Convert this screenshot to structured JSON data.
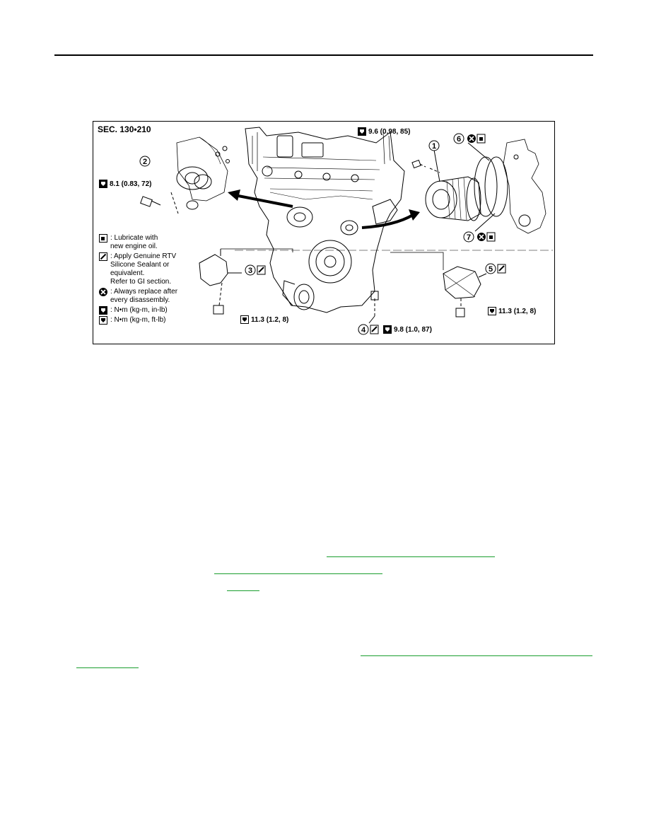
{
  "figure": {
    "section_label": "SEC. 130•210",
    "torques": {
      "part2": "8.1 (0.83, 72)",
      "part1": "9.6 (0.98, 85)",
      "part3": "11.3 (1.2, 8)",
      "part4": "9.8 (1.0, 87)",
      "part5": "11.3 (1.2, 8)"
    },
    "callouts": [
      "1",
      "2",
      "3",
      "4",
      "5",
      "6",
      "7"
    ],
    "legend": [
      {
        "icon": "oil-can-icon",
        "text": ": Lubricate with\n  new engine oil."
      },
      {
        "icon": "sealant-icon",
        "text": ": Apply Genuine RTV\n  Silicone Sealant or\n  equivalent.\n  Refer to GI section."
      },
      {
        "icon": "replace-icon",
        "text": ": Always replace after\n  every disassembly."
      },
      {
        "icon": "torque-wrench-filled-icon",
        "text": ": N•m (kg-m, in-lb)"
      },
      {
        "icon": "torque-wrench-outline-icon",
        "text": ": N•m (kg-m, ft-lb)"
      }
    ]
  },
  "colors": {
    "link": "#1a9e2e",
    "ink": "#000000"
  }
}
